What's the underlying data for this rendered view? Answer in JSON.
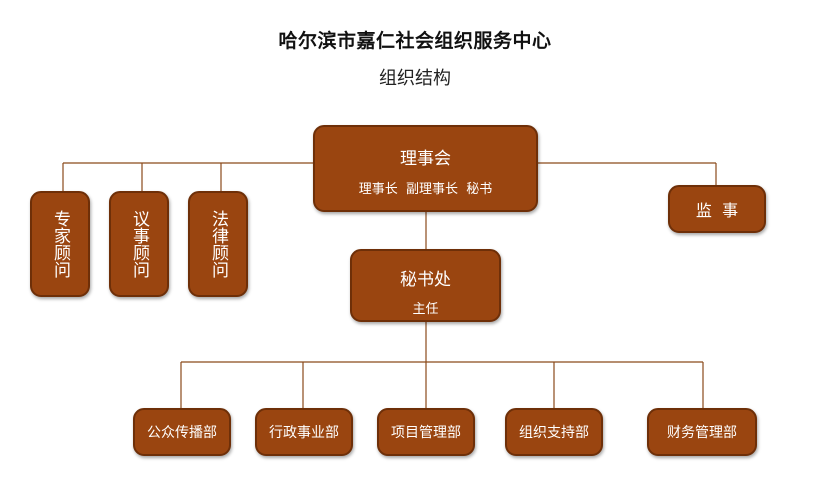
{
  "header": {
    "title": "哈尔滨市嘉仁社会组织服务中心",
    "subtitle": "组织结构"
  },
  "colors": {
    "box_fill": "#9a4510",
    "box_border": "#6e2f08",
    "line": "#8a4a1a"
  },
  "org": {
    "board": {
      "name": "理事会",
      "members": "理事长  副理事长  秘书"
    },
    "supervisor": {
      "name": "监  事"
    },
    "advisors": [
      {
        "name": "专家顾问"
      },
      {
        "name": "议事顾问"
      },
      {
        "name": "法律顾问"
      }
    ],
    "secretariat": {
      "name": "秘书处",
      "head": "主任"
    },
    "departments": [
      {
        "name": "公众传播部"
      },
      {
        "name": "行政事业部"
      },
      {
        "name": "项目管理部"
      },
      {
        "name": "组织支持部"
      },
      {
        "name": "财务管理部"
      }
    ]
  }
}
